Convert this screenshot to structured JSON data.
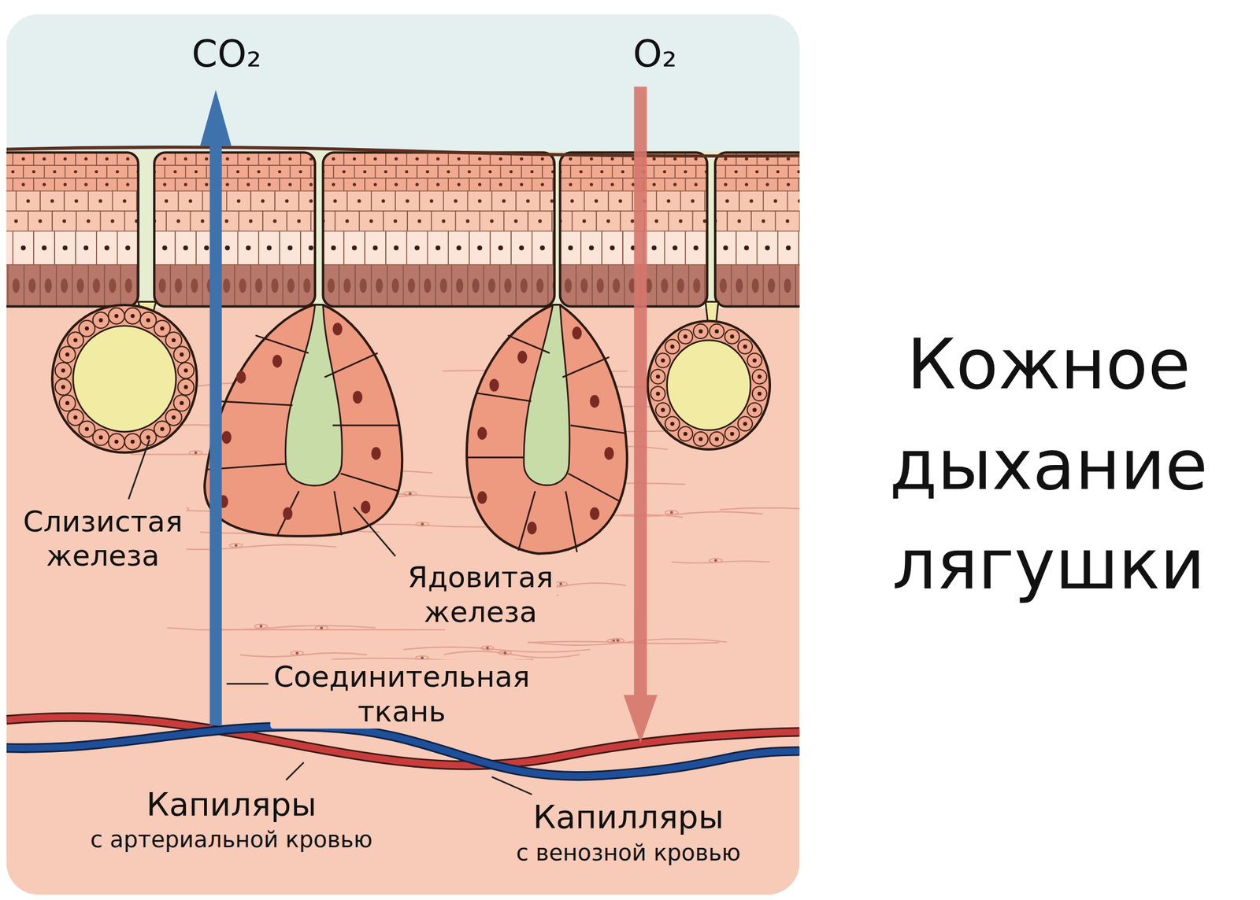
{
  "diagram": {
    "title": "Кожное дыхание лягушки",
    "labels": [
      "CO₂",
      "O₂",
      "Слизистая железа",
      "Ядовитая железа",
      "Соединительная ткань",
      "Капиляры",
      "с артериальной кровью",
      "Капилляры",
      "с венозной кровью"
    ]
  }
}
